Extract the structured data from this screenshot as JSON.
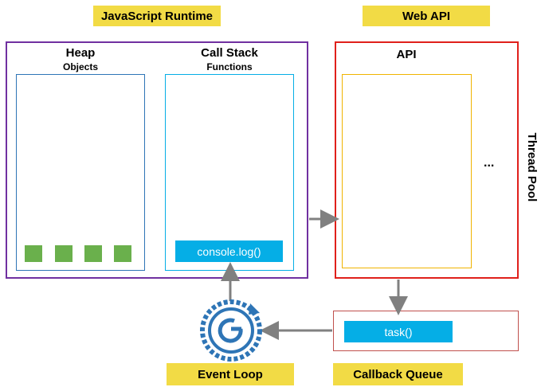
{
  "labels": {
    "runtime": "JavaScript Runtime",
    "web_api": "Web API",
    "event_loop": "Event Loop",
    "callback_queue": "Callback Queue"
  },
  "heap": {
    "title": "Heap",
    "subtitle": "Objects",
    "object_count": 4
  },
  "call_stack": {
    "title": "Call Stack",
    "subtitle": "Functions",
    "item": "console.log()"
  },
  "api": {
    "title": "API",
    "ellipsis": "...",
    "side_label": "Thread Pool"
  },
  "queue": {
    "item": "task()"
  },
  "colors": {
    "runtime_border": "#7030a0",
    "api_border": "#e0201b",
    "inner_border": "#2e75b6",
    "api_inner_border": "#f0b400",
    "queue_border": "#c0504d",
    "highlight": "#f2db45",
    "item": "#05aee6",
    "object": "#6ab04c",
    "arrow": "#808080",
    "event_loop_icon": "#2e75b6"
  },
  "icons": [
    "event-loop-icon"
  ]
}
